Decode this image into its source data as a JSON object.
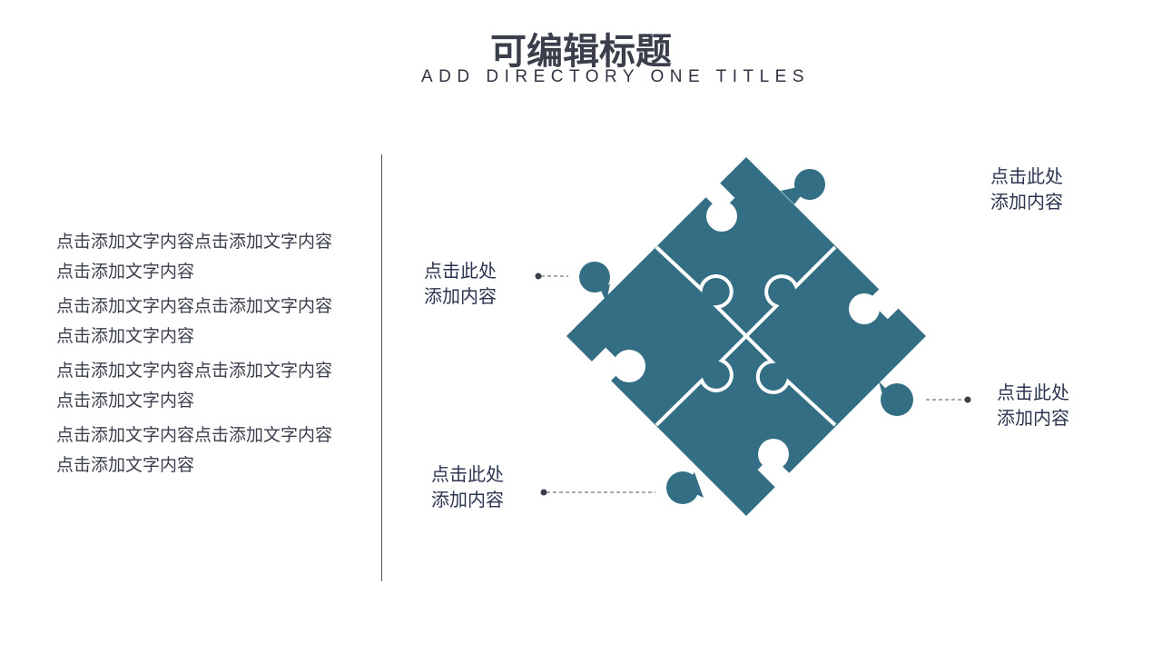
{
  "header": {
    "title": "可编辑标题",
    "subtitle": "ADD DIRECTORY ONE TITLES"
  },
  "left_paragraphs": [
    "点击添加文字内容点击添加文字内容点击添加文字内容",
    "点击添加文字内容点击添加文字内容点击添加文字内容",
    "点击添加文字内容点击添加文字内容点击添加文字内容",
    "点击添加文字内容点击添加文字内容点击添加文字内容"
  ],
  "labels": [
    {
      "line1": "点击此处",
      "line2": "添加内容"
    },
    {
      "line1": "点击此处",
      "line2": "添加内容"
    },
    {
      "line1": "点击此处",
      "line2": "添加内容"
    },
    {
      "line1": "点击此处",
      "line2": "添加内容"
    }
  ],
  "colors": {
    "puzzle": "#336e84",
    "text": "#3a3f4b"
  }
}
